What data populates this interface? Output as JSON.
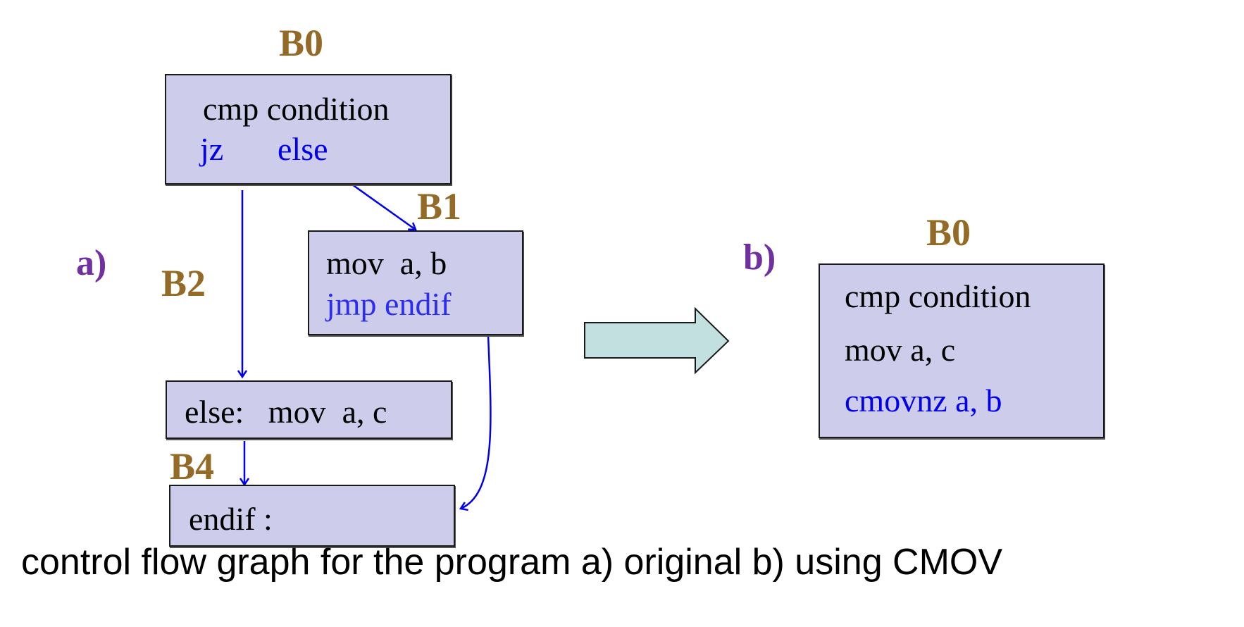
{
  "diagram_a": {
    "part_label": "a)",
    "blocks": {
      "b0": {
        "label": "B0",
        "lines": [
          "cmp condition",
          "jz",
          "else"
        ]
      },
      "b1": {
        "label": "B1",
        "lines": [
          "mov  a, b",
          "jmp endif"
        ]
      },
      "b2": {
        "label": "B2",
        "lines": [
          "else:   mov  a, c"
        ]
      },
      "b4": {
        "label": "B4",
        "lines": [
          "endif :"
        ]
      }
    },
    "edges": [
      {
        "from": "B0",
        "to": "B1",
        "kind": "fallthrough"
      },
      {
        "from": "B0",
        "to": "B2",
        "kind": "jz else"
      },
      {
        "from": "B2",
        "to": "B4",
        "kind": "fallthrough"
      },
      {
        "from": "B1",
        "to": "B4",
        "kind": "jmp endif"
      }
    ]
  },
  "transform_arrow": {
    "icon": "right-arrow-icon",
    "fill": "#c3e0e0"
  },
  "diagram_b": {
    "part_label": "b)",
    "block": {
      "label": "B0",
      "lines": [
        "cmp condition",
        "mov a, c",
        "cmovnz a, b"
      ]
    }
  },
  "caption": "control flow graph for the program a) original b) using CMOV",
  "colors": {
    "block_label": "#936a26",
    "part_label": "#7030a0",
    "box_fill": "#cdcdeb",
    "jump_text": "#0000ee",
    "edge": "#0000ee"
  }
}
